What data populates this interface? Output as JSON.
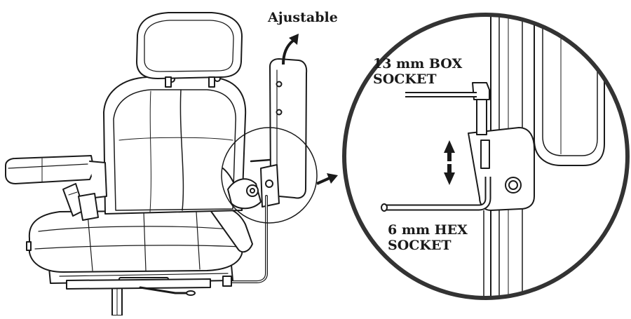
{
  "labels": {
    "adjustable": "Ajustable",
    "box_socket_line1": "13 mm BOX",
    "box_socket_line2": "SOCKET",
    "hex_socket_line1": "6 mm HEX",
    "hex_socket_line2": "SOCKET"
  },
  "icons": {
    "curved_arrow": "curved-up-arrow",
    "pointer_arrow": "right-arrow",
    "adjust_arrows": "up-down-arrows"
  },
  "colors": {
    "line": "#1a1a1a",
    "background": "#ffffff",
    "detail_border": "#333333"
  }
}
